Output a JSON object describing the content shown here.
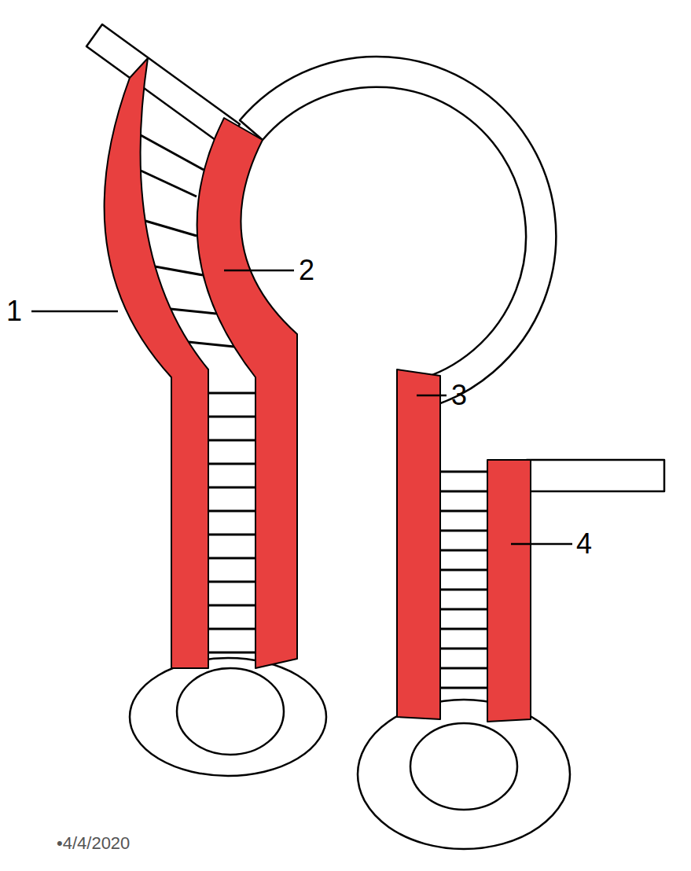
{
  "diagram": {
    "labels": [
      "1",
      "2",
      "3",
      "4",
      "•4/4/2020"
    ]
  }
}
